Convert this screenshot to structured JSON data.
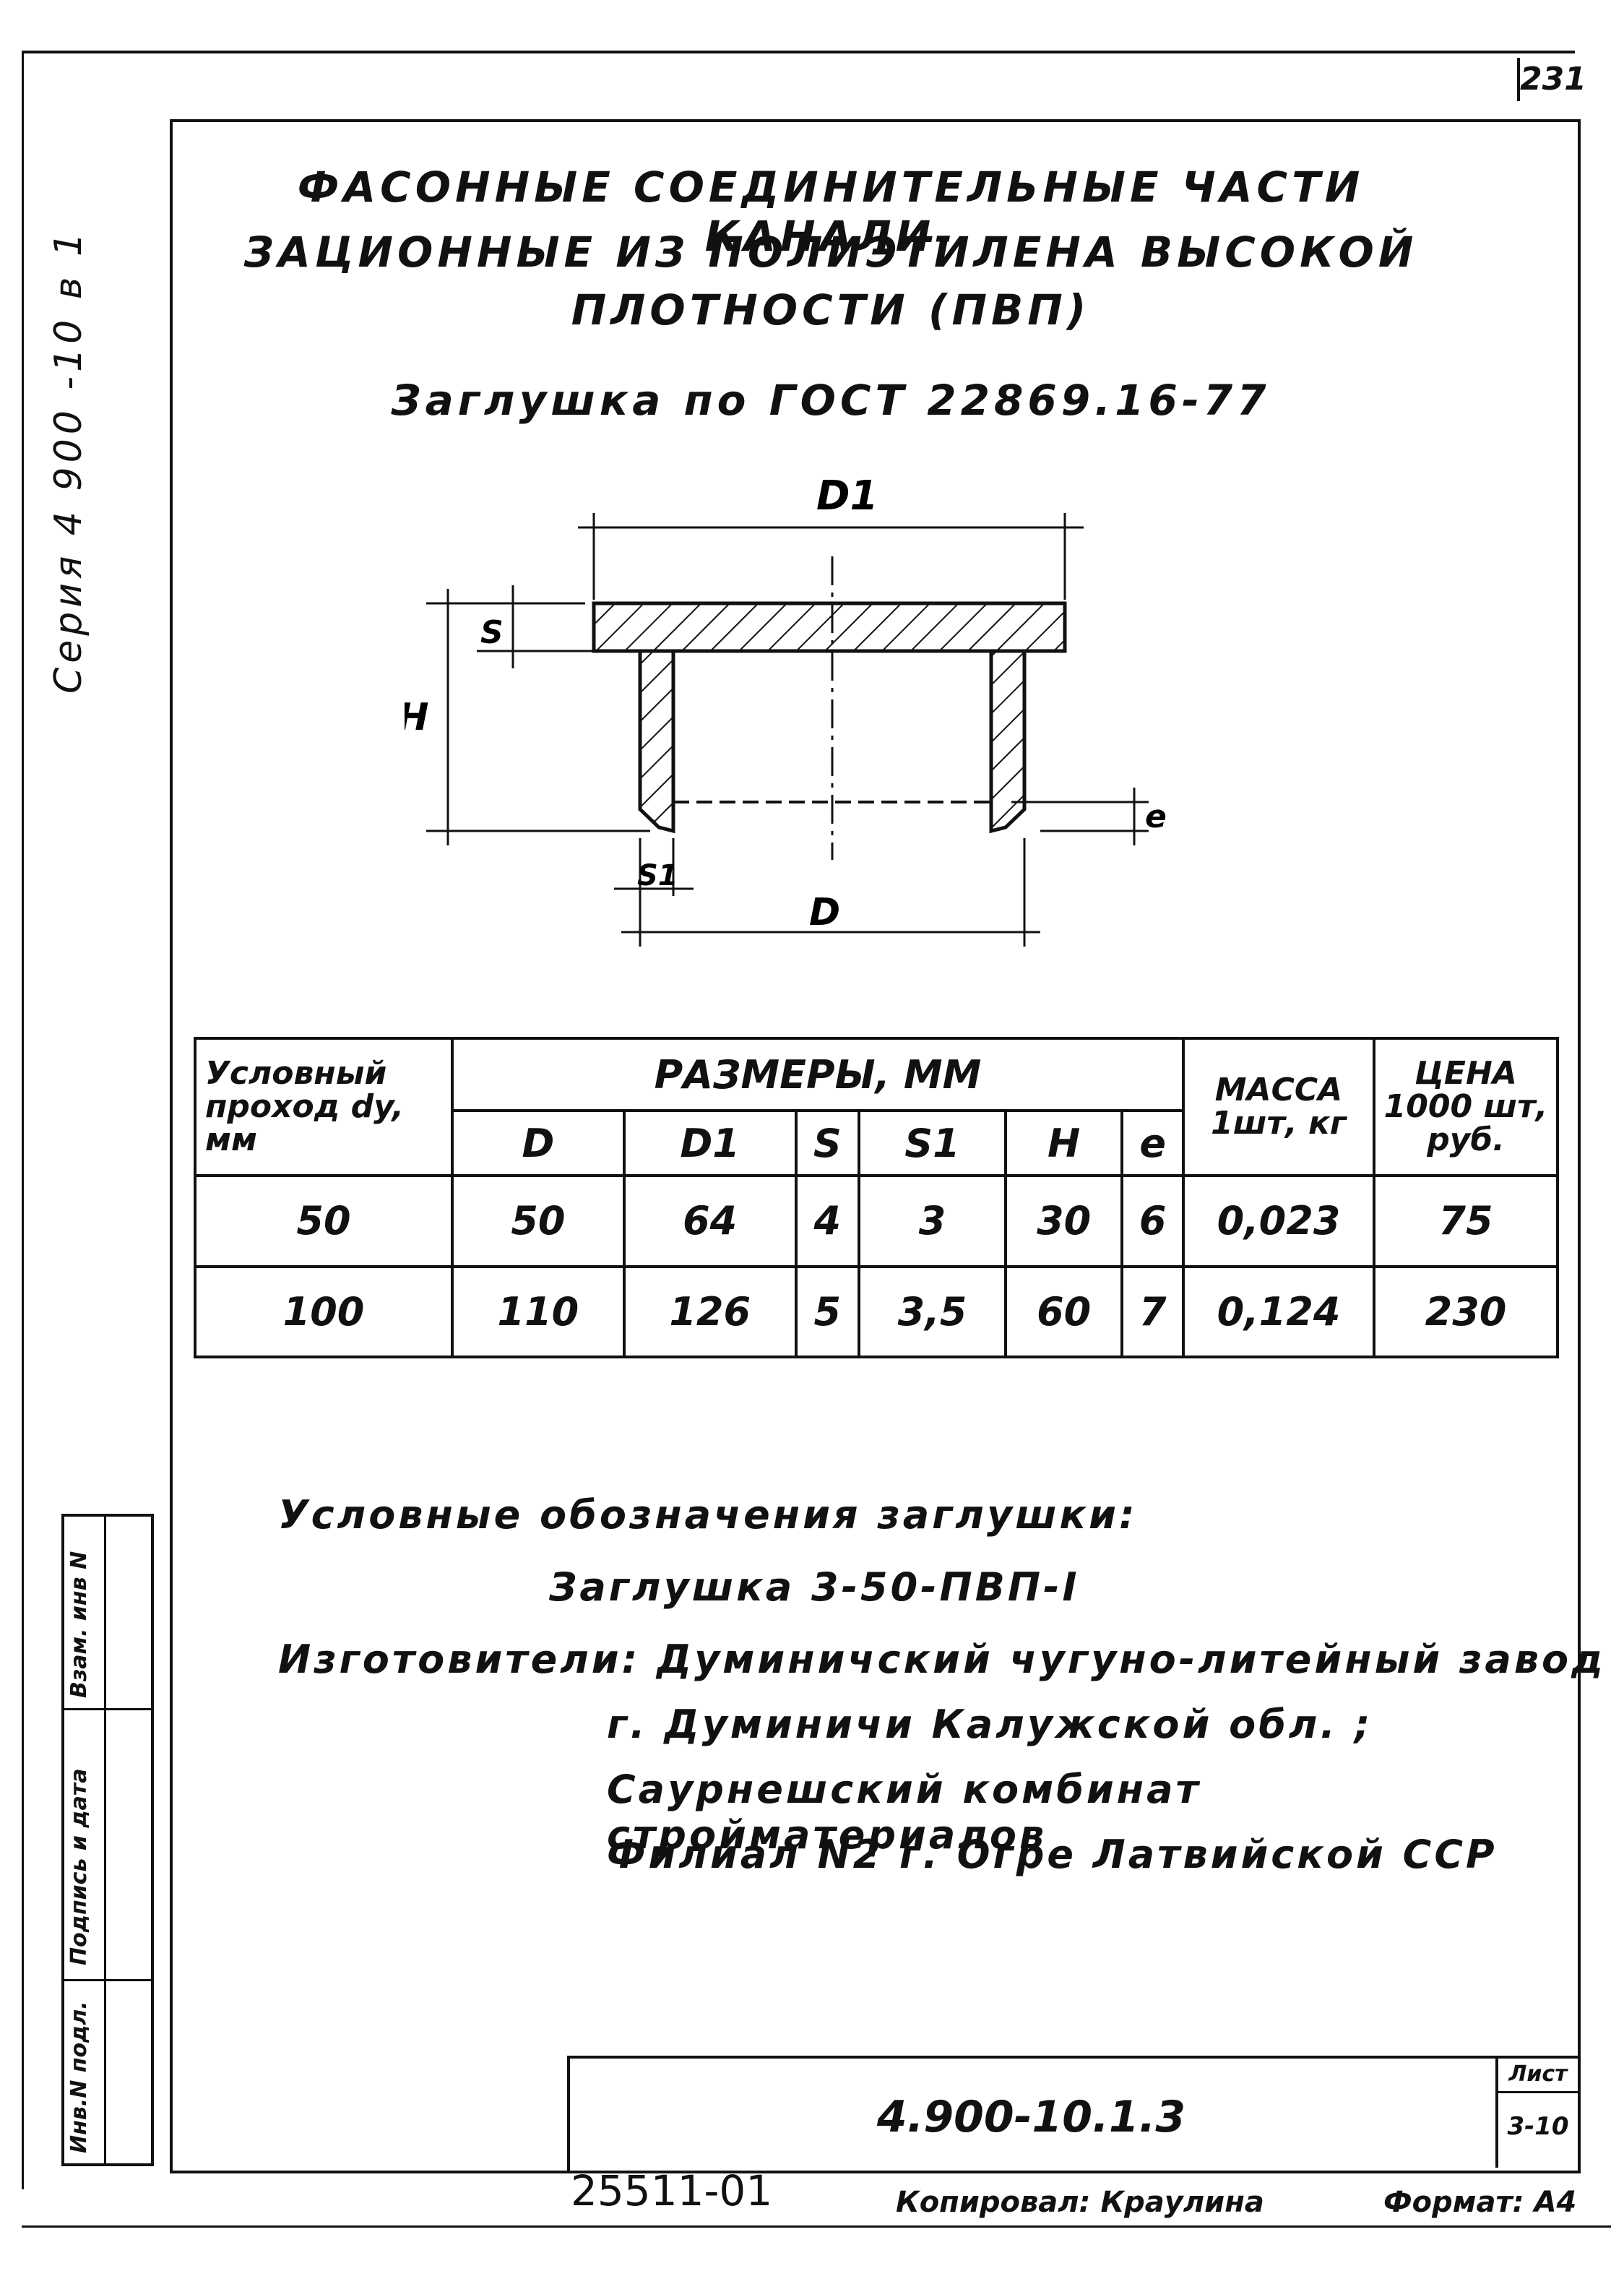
{
  "page_number": "231",
  "series_vertical": "Серия 4 900 -10 в 1",
  "title": {
    "line1": "ФАСОННЫЕ СОЕДИНИТЕЛЬНЫЕ ЧАСТИ КАНАЛИ-",
    "line2": "ЗАЦИОННЫЕ ИЗ ПОЛИЭТИЛЕНА ВЫСОКОЙ",
    "line3": "ПЛОТНОСТИ (ПВП)",
    "subtitle": "Заглушка по ГОСТ 22869.16-77"
  },
  "drawing": {
    "labels": {
      "d1": "D1",
      "d": "D",
      "s": "S",
      "s1": "S1",
      "h": "H",
      "e": "e"
    }
  },
  "table": {
    "col_nominal": "Условный проход dy, мм",
    "col_sizes": "РАЗМЕРЫ, ММ",
    "col_mass": "МАССА 1шт, кг",
    "col_price": "ЦЕНА 1000 шт, руб.",
    "sub_headers": [
      "D",
      "D1",
      "S",
      "S1",
      "H",
      "e"
    ],
    "rows": [
      {
        "dy": "50",
        "D": "50",
        "D1": "64",
        "S": "4",
        "S1": "3",
        "H": "30",
        "e": "6",
        "mass": "0,023",
        "price": "75"
      },
      {
        "dy": "100",
        "D": "110",
        "D1": "126",
        "S": "5",
        "S1": "3,5",
        "H": "60",
        "e": "7",
        "mass": "0,124",
        "price": "230"
      }
    ]
  },
  "notes": {
    "line1": "Условные обозначения заглушки:",
    "line2": "Заглушка 3-50-ПВП-I",
    "line3": "Изготовители: Думиничский чугуно-литейный завод",
    "line4": "г. Думиничи Калужской обл. ;",
    "line5": "Саурнешский комбинат стройматериалов",
    "line6": "Филиал N2 г. Огре Латвийской ССР"
  },
  "stamp": {
    "code": "4.900-10.1.3",
    "sheet_label": "Лист",
    "sheet_value": "3-10"
  },
  "footer": {
    "inventory": "25511-01",
    "copied": "Копировал: Краулина",
    "format": "Формат: А4"
  },
  "side_block": {
    "label1": "Инв.N подл.",
    "label2": "Подпись и дата",
    "label3": "Взам. инв N"
  }
}
